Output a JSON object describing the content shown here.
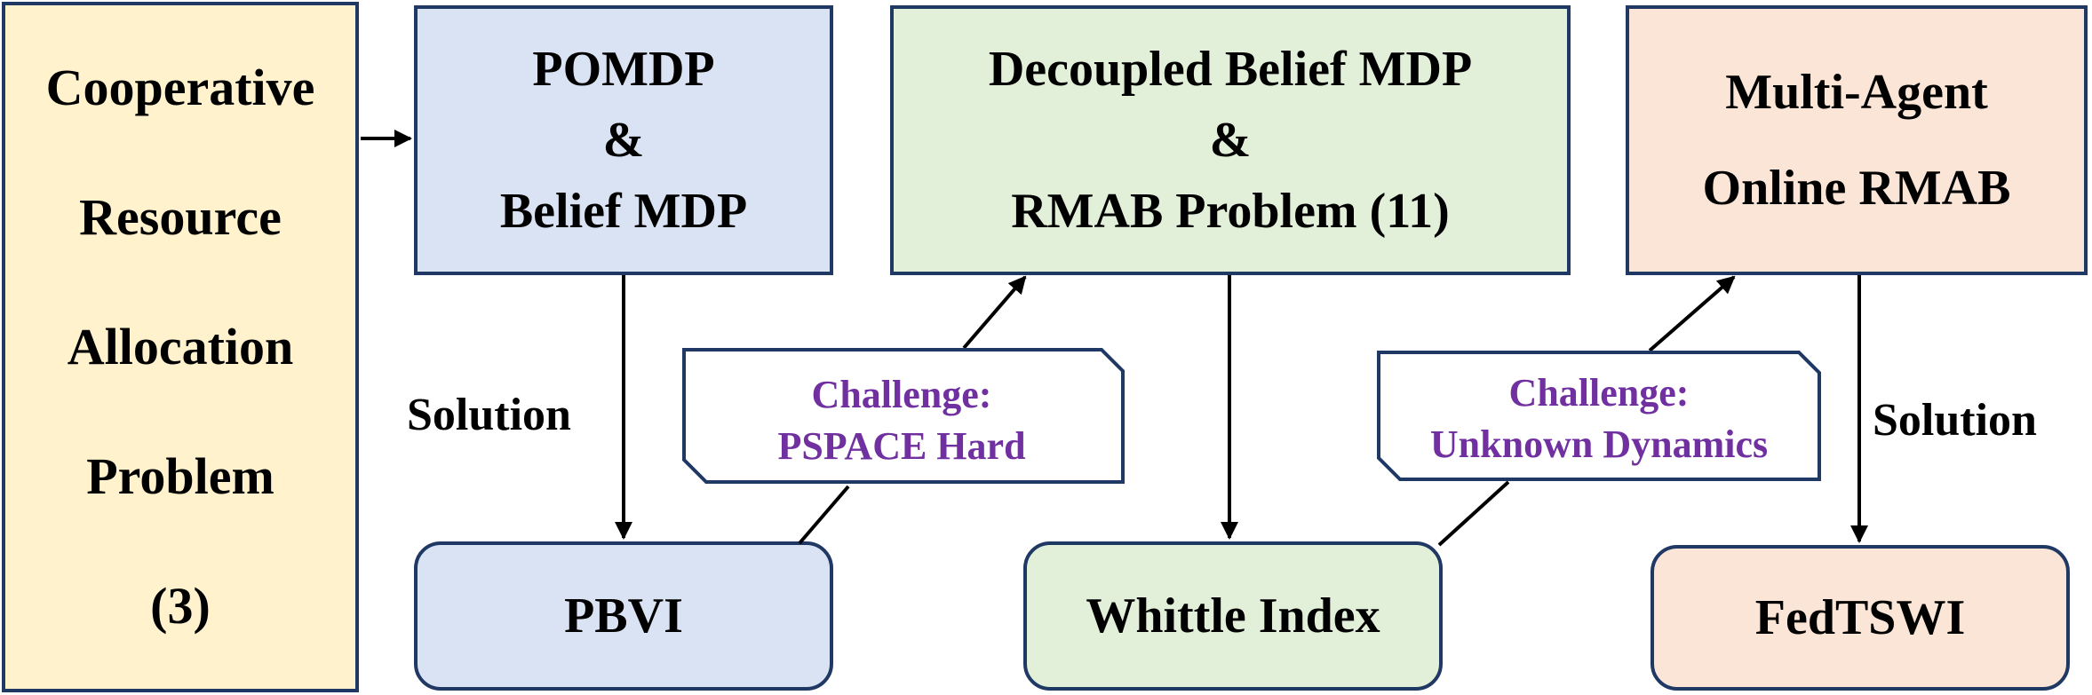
{
  "problem_box": {
    "lines": [
      "Cooperative",
      "Resource",
      "Allocation",
      "Problem",
      "(3)"
    ]
  },
  "pomdp_box": {
    "lines": [
      "POMDP",
      "&",
      "Belief MDP"
    ]
  },
  "decoupled_box": {
    "lines": [
      "Decoupled Belief MDP",
      "&",
      "RMAB Problem (11)"
    ]
  },
  "multiagent_box": {
    "lines": [
      "Multi-Agent",
      "Online RMAB"
    ]
  },
  "pbvi_box": {
    "label": "PBVI"
  },
  "whittle_box": {
    "label": "Whittle Index"
  },
  "fedtswi_box": {
    "label": "FedTSWI"
  },
  "solution_label_left": "Solution",
  "solution_label_right": "Solution",
  "challenge_left": {
    "line1": "Challenge:",
    "line2": "PSPACE Hard"
  },
  "challenge_right": {
    "line1": "Challenge:",
    "line2": "Unknown Dynamics"
  },
  "colors": {
    "problem_fill": "#fff2cc",
    "pomdp_fill": "#dae3f3",
    "decoupled_fill": "#e2f0d9",
    "multiagent_fill": "#fbe5d6",
    "border": "#1f3864",
    "challenge_text": "#7030a0"
  }
}
